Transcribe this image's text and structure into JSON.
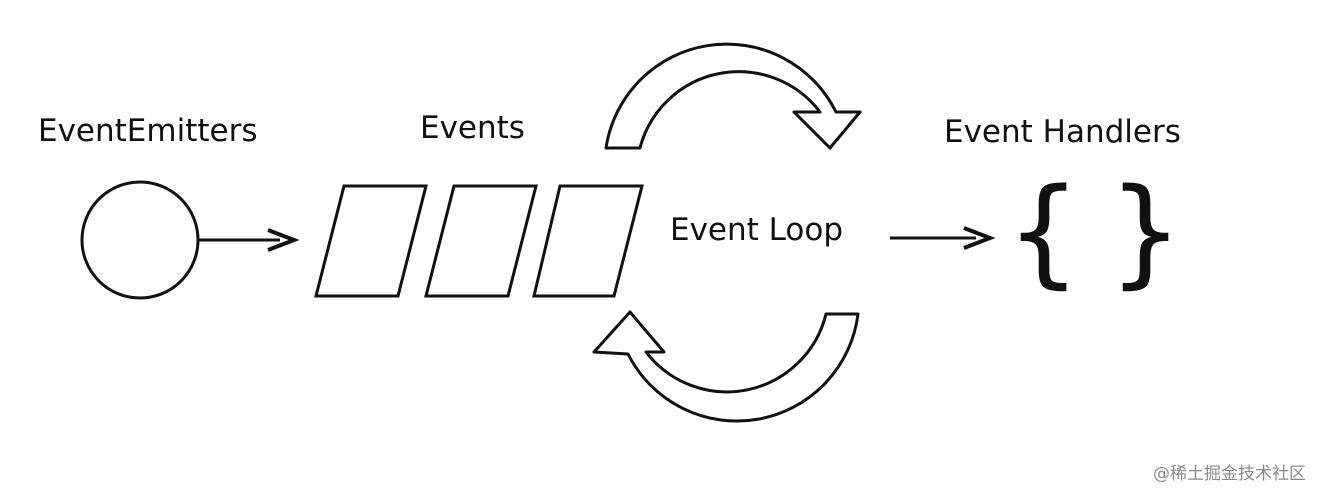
{
  "labels": {
    "emitters": "EventEmitters",
    "events": "Events",
    "loop": "Event Loop",
    "handlers": "Event Handlers"
  },
  "braces": {
    "open": "{",
    "close": "}"
  },
  "watermark": "@稀土掘金技术社区",
  "colors": {
    "stroke": "#111111",
    "fill": "#ffffff",
    "watermark": "#8a8a8a"
  }
}
